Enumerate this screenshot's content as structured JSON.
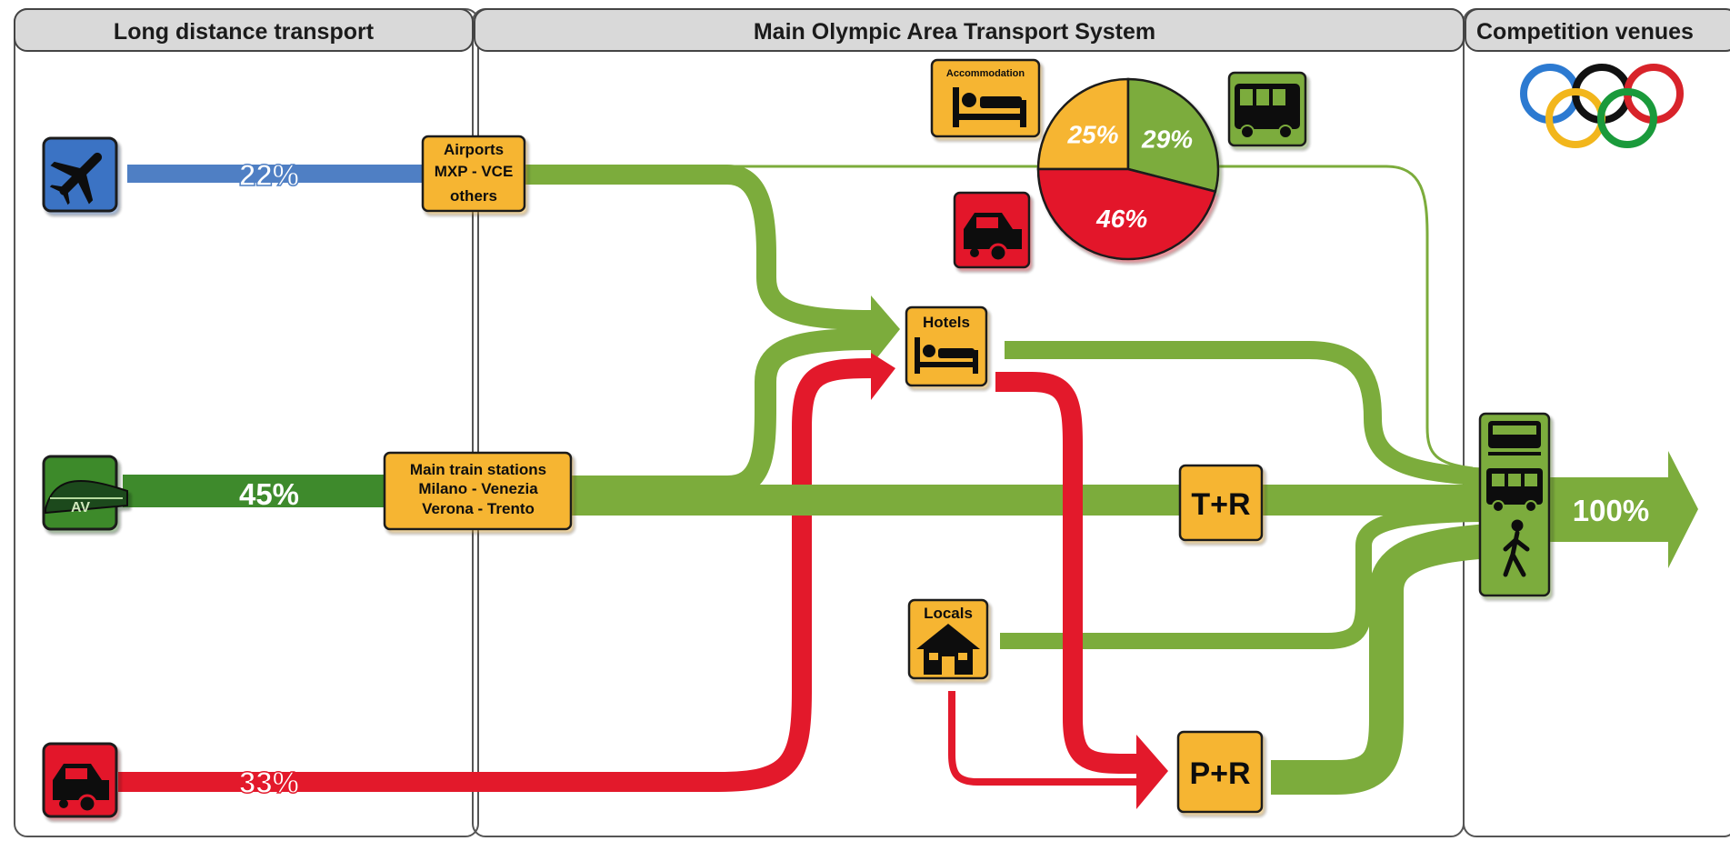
{
  "panels": {
    "long_distance": "Long distance transport",
    "main_area": "Main Olympic Area Transport System",
    "venues": "Competition venues"
  },
  "sources": {
    "air_pct": "22%",
    "train_pct": "45%",
    "car_pct": "33%",
    "train_icon_text": "AV"
  },
  "hubs": {
    "airports": [
      "Airports",
      "MXP - VCE",
      "others"
    ],
    "train_stations": [
      "Main train stations",
      "Milano - Venezia",
      "Verona - Trento"
    ],
    "hotels": "Hotels",
    "locals": "Locals",
    "accommodation": "Accommodation",
    "tr": "T+R",
    "pr": "P+R"
  },
  "pie": {
    "slices": [
      {
        "label": "Accommodation",
        "value": 25,
        "text": "25%",
        "color": "#f6b531"
      },
      {
        "label": "Bus",
        "value": 29,
        "text": "29%",
        "color": "#7cac3c"
      },
      {
        "label": "Car",
        "value": 46,
        "text": "46%",
        "color": "#e3192b"
      }
    ]
  },
  "destination": {
    "pct": "100%"
  },
  "colors": {
    "air": "#4f7fc4",
    "rail": "#3e8a2c",
    "green": "#7cac3c",
    "red": "#e3192b",
    "yellow": "#f6b531",
    "header_bg": "#d9d9d9"
  },
  "icons": {
    "air": "airplane-icon",
    "train": "train-icon",
    "car": "car-icon",
    "bus": "bus-icon",
    "bed": "bed-icon",
    "house": "house-icon",
    "pedestrian": "pedestrian-icon",
    "olympic_rings": "olympic-rings-logo"
  }
}
